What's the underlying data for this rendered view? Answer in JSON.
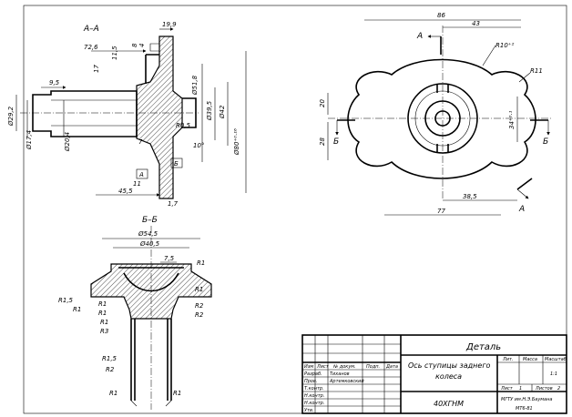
{
  "views": {
    "section_aa": "А–А",
    "section_bb": "Б–Б",
    "cut_a": "А",
    "cut_b": "Б"
  },
  "dims_left": {
    "d199": "19,9",
    "d726": "72,6",
    "d115": "11,5",
    "d8": "8",
    "d4": "4",
    "d17": "17",
    "d95": "9,5",
    "d29": "Ø29,2",
    "d17_4": "Ø17,4",
    "d20_4": "Ø20,4",
    "d518": "Ø51,8",
    "d395": "Ø39,5",
    "d42": "Ø42",
    "d80": "Ø80⁺⁰·¹⁶",
    "r05": "R0,5",
    "d7": "7",
    "d10": "10°",
    "d11": "11",
    "d455": "45,5",
    "d17b": "1,7"
  },
  "dims_right": {
    "d86": "86",
    "d43": "43",
    "r10": "R10⁺²",
    "r11": "R11",
    "d20": "20",
    "d28": "28",
    "d34": "34⁺⁰·¹",
    "d385": "38,5",
    "d77": "77"
  },
  "dims_bottom": {
    "d545": "Ø54,5",
    "d405": "Ø40,5",
    "d75": "7,5",
    "r1a": "R1",
    "r15a": "R1,5",
    "r1b": "R1",
    "r1c": "R1",
    "r1d": "R1",
    "r1e": "R1",
    "r3": "R3",
    "r2a": "R2",
    "r2b": "R2",
    "r1f": "R1",
    "r15b": "R1,5",
    "r2c": "R2",
    "r1g": "R1",
    "r1h": "R1"
  },
  "title_block": {
    "detail": "Деталь",
    "name_line1": "Ось ступицы заднего",
    "name_line2": "колеса",
    "material": "40ХГНМ",
    "org_line1": "МГТУ им.Н.Э.Баумана",
    "org_line2": "МТ6-81",
    "h_izm": "Изм",
    "h_list": "Лист",
    "h_ndoc": "№ докум.",
    "h_podp": "Подп.",
    "h_data": "Дата",
    "r_razrab": "Разраб.",
    "r_prov": "Пров.",
    "r_tkontr": "Т.контр.",
    "r_nkontr": "Н.контр.",
    "r_nkontr2": "Н.контр.",
    "r_utv": "Утв.",
    "n_razrab": "Тиханов",
    "n_prov": "Артемковский",
    "h_lit": "Лит.",
    "h_massa": "Масса",
    "h_masshtab": "Масштаб",
    "scale": "1:1",
    "sheet": "Лист",
    "sheet_no": "1",
    "sheets": "Листов",
    "sheets_no": "2"
  }
}
